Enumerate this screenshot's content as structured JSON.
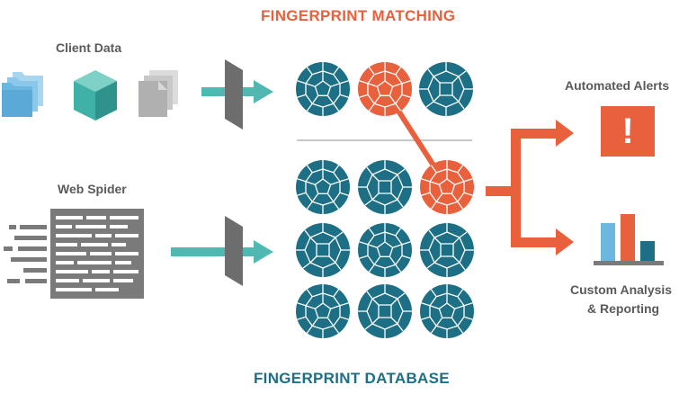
{
  "titles": {
    "matching": "FINGERPRINT MATCHING",
    "database": "FINGERPRINT DATABASE"
  },
  "sources": {
    "client_data": "Client Data",
    "web_spider": "Web Spider"
  },
  "outputs": {
    "alerts": "Automated Alerts",
    "alert_symbol": "!",
    "analysis_line1": "Custom Analysis",
    "analysis_line2": "& Reporting"
  },
  "colors": {
    "teal": "#1d6f85",
    "teal_light": "#50b8b0",
    "orange": "#e8603c",
    "gray": "#7a7a7a",
    "folder_blue": "#6cb7e0",
    "cube_green": "#3fb1a6"
  },
  "icons": [
    "folder-stack-icon",
    "cube-icon",
    "document-stack-icon",
    "web-spider-icon",
    "filter-icon",
    "alert-icon",
    "bar-chart-icon"
  ]
}
